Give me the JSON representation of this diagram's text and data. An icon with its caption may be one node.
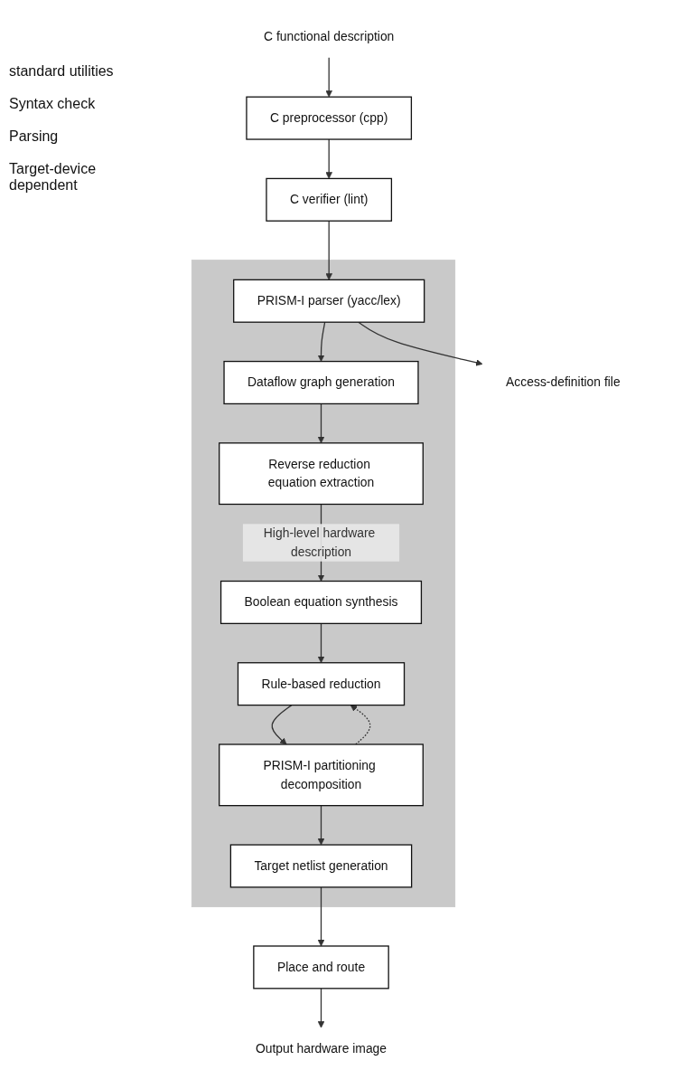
{
  "diagram": {
    "nodes": [
      {
        "text": [
          "C functional description"
        ]
      },
      {
        "text": [
          "C preprocessor (cpp)"
        ]
      },
      {
        "text": [
          "C verifier (lint)"
        ]
      },
      {
        "text": [],
        "shape": "band"
      },
      {
        "text": [
          "PRISM-I parser (yacc/lex)"
        ],
        "in": 3
      },
      {
        "text": [
          "Dataflow graph generation"
        ],
        "in": 3
      },
      {
        "text": [
          "Reverse reduction equation extraction"
        ],
        "in": 3
      },
      {
        "text": [
          "Boolean equation synthesis"
        ],
        "in": 3
      },
      {
        "text": [
          "Rule-based reduction"
        ],
        "in": 3
      },
      {
        "text": [
          "PRISM-I partitioning decomposition"
        ],
        "in": 3
      },
      {
        "text": [
          "Target netlist generation"
        ],
        "in": 3
      },
      {
        "text": [
          "Place and route"
        ]
      },
      {
        "text": [
          "Output hardware image"
        ]
      },
      {
        "text": [
          "Access-definition file"
        ]
      }
    ],
    "edges": [
      {
        "from": 0,
        "to": 1,
        "arrow": "to"
      },
      {
        "from": 1,
        "to": 2,
        "arrow": "to"
      },
      {
        "from": 2,
        "to": 4,
        "arrow": "to"
      },
      {
        "from": 4,
        "to": 5,
        "arrow": "to"
      },
      {
        "from": 5,
        "to": 6,
        "arrow": "to"
      },
      {
        "from": 6,
        "to": 7,
        "label": "High-level hardware description",
        "arrow": "to"
      },
      {
        "from": 7,
        "to": 8,
        "arrow": "to"
      },
      {
        "from": 8,
        "to": 9,
        "arrow": "to"
      },
      {
        "from": 9,
        "to": 8,
        "arrow": "to",
        "style": "dashed"
      },
      {
        "from": 9,
        "to": 10,
        "arrow": "to"
      },
      {
        "from": 10,
        "to": 11,
        "arrow": "to"
      },
      {
        "from": 11,
        "to": 12,
        "arrow": "to"
      },
      {
        "from": 4,
        "to": 13,
        "arrow": "to"
      }
    ],
    "labels": [
      "standard utilities",
      "Syntax check",
      "Parsing",
      "Target-device dependent"
    ]
  }
}
